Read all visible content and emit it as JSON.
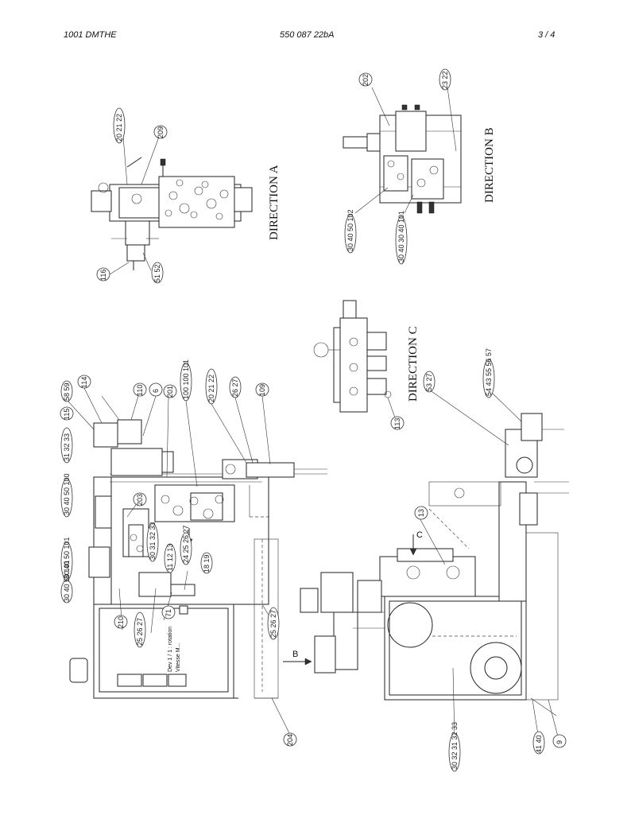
{
  "header": {
    "doc_code": "1001 DMTHE",
    "doc_number": "550 087 22bA",
    "page": "3 /   4"
  },
  "views": {
    "direction_a": "DIRECTION A",
    "direction_b": "DIRECTION B",
    "direction_c": "DIRECTION C"
  },
  "arrow_labels": {
    "b": "B",
    "c": "C"
  },
  "balloons": {
    "a_top": "20 21 22",
    "a_209": "209",
    "a_116": "116",
    "a_51": "51 52",
    "b_202": "202",
    "b_23": "23 22",
    "b_30a": "30 40 50 102",
    "b_30b": "30 40 30 40 101",
    "c_113": "113",
    "m_5859": "58 59",
    "m_115": "115",
    "m_114": "114",
    "m_110": "110",
    "m_6": "6",
    "m_201": "201",
    "m_100": "100 100 101",
    "m_2021": "20 21 22",
    "m_2627": "26 27",
    "m_109": "109",
    "m_3132": "31 32 33",
    "m_30a": "30 40 50 100",
    "m_203": "203",
    "m_30b": "30 40 50 101",
    "m_3334": "30 31 32 33",
    "m_30c": "30 40 50 101",
    "m_11": "11 12 13",
    "m_1819": "18 19",
    "m_2427": "24 25 26 27",
    "m_210": "210",
    "m_71": "71",
    "m_2526": "25 26 27",
    "m_2526b": "25 26 27",
    "m_204": "204",
    "m_13": "13",
    "m_5327": "53 27",
    "m_5443": "54 43 55 56 57",
    "m_3032": "30 32 31 32 33",
    "m_41": "41 40",
    "m_9": "9"
  },
  "notes": {
    "plate_main": "Dev 1 / 1 : rotation",
    "plate_sub": "Vitesse M..."
  }
}
